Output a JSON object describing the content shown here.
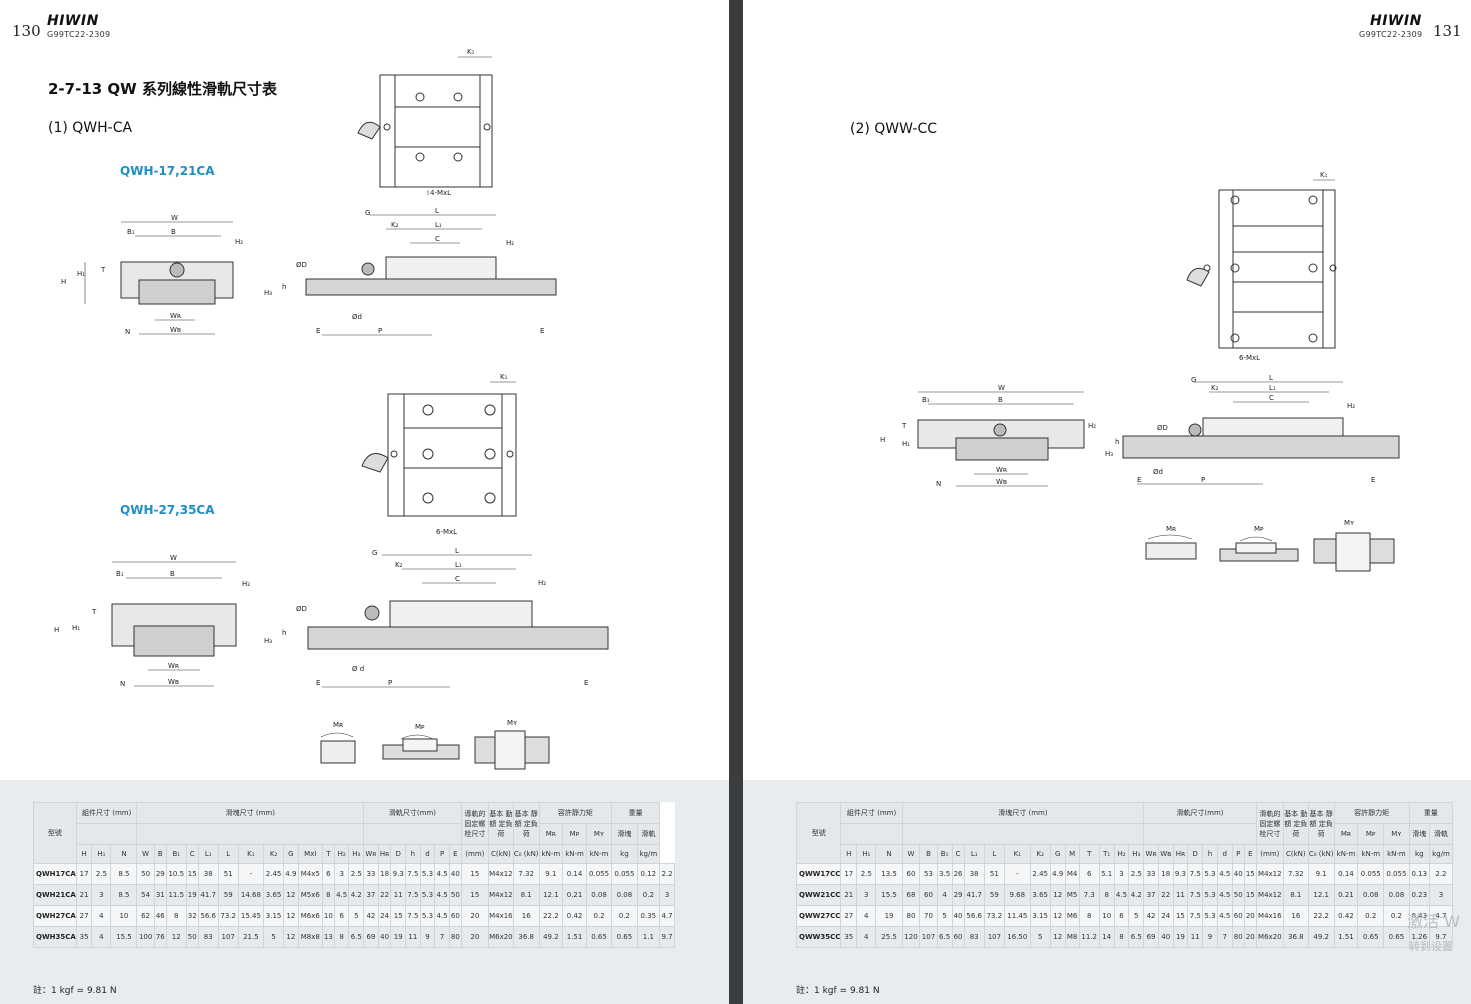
{
  "left_page": {
    "page_number": "130",
    "brand": "HIWIN",
    "doc_code": "G99TC22-2309",
    "section_title": "2-7-13 QW 系列線性滑軌尺寸表",
    "subsection": "(1) QWH-CA",
    "model_a": "QWH-17,21CA",
    "model_b": "QWH-27,35CA",
    "labels": {
      "K1": "K₁",
      "W": "W",
      "B": "B",
      "B1": "B₁",
      "H": "H",
      "H1": "H₁",
      "H2": "H₂",
      "H3": "H₃",
      "T": "T",
      "N": "N",
      "WR": "Wʀ",
      "WB": "Wʙ",
      "G": "G",
      "L": "L",
      "L1": "L₁",
      "K2": "K₂",
      "C": "C",
      "OD": "ØD",
      "h": "h",
      "Od": "Ød",
      "Od_spaced": "Ø  d",
      "P": "P",
      "E": "E",
      "mxl4": "4-MxL",
      "mxl6": "6-MxL",
      "MR": "Mʀ",
      "MP": "Mᴘ",
      "MY": "Mʏ"
    },
    "note": "註：1 kgf = 9.81 N"
  },
  "right_page": {
    "page_number": "131",
    "brand": "HIWIN",
    "doc_code": "G99TC22-2309",
    "subsection": "(2) QWW-CC",
    "labels": {
      "K1": "K₁",
      "W": "W",
      "B": "B",
      "B1": "B₁",
      "H": "H",
      "H1": "H₁",
      "H2": "H₂",
      "H3": "H₃",
      "T": "T",
      "N": "N",
      "WR": "Wʀ",
      "WB": "Wʙ",
      "G": "G",
      "L": "L",
      "L1": "L₁",
      "K2": "K₂",
      "C": "C",
      "OD": "ØD",
      "h": "h",
      "Od": "Ød",
      "P": "P",
      "E": "E",
      "mxl6": "6-MxL",
      "MR": "Mʀ",
      "MP": "Mᴘ",
      "MY": "Mʏ"
    },
    "note": "註：1 kgf = 9.81 N",
    "watermark": "激活 W",
    "watermark2": "转到设置"
  },
  "table_headers": {
    "model": "型號",
    "assembly": "組件尺寸 (mm)",
    "block": "滑塊尺寸 (mm)",
    "rail": "滑軌尺寸(mm)",
    "rail_bolt": "導軌的 固定螺 栓尺寸",
    "rail_bolt_right": "滑軌的 固定螺 栓尺寸",
    "dyn": "基本 動額 定負荷",
    "stat": "基本 靜額 定負荷",
    "moment": "容許靜力矩",
    "weight": "重量",
    "mr": "Mʀ",
    "mp": "Mᴘ",
    "my": "Mʏ",
    "block_w": "滑塊",
    "rail_w": "滑軌",
    "unit_mm": "(mm)",
    "unit_c": "C(kN)",
    "unit_c0": "C₀ (kN)",
    "unit_knm": "kN-m",
    "unit_kg": "kg",
    "unit_kgm": "kg/m"
  },
  "left_table": {
    "cols": [
      "H",
      "H₁",
      "N",
      "W",
      "B",
      "B₁",
      "C",
      "L₁",
      "L",
      "K₁",
      "K₂",
      "G",
      "MxI",
      "T",
      "H₂",
      "H₃",
      "Wʀ",
      "Hʀ",
      "D",
      "h",
      "d",
      "P",
      "E"
    ],
    "rows": [
      [
        "QWH17CA",
        "17",
        "2.5",
        "8.5",
        "50",
        "29",
        "10.5",
        "15",
        "38",
        "51",
        "-",
        "2.45",
        "4.9",
        "M4x5",
        "6",
        "3",
        "2.5",
        "33",
        "18",
        "9.3",
        "7.5",
        "5.3",
        "4.5",
        "40",
        "15",
        "M4x12",
        "7.32",
        "9.1",
        "0.14",
        "0.055",
        "0.055",
        "0.12",
        "2.2"
      ],
      [
        "QWH21CA",
        "21",
        "3",
        "8.5",
        "54",
        "31",
        "11.5",
        "19",
        "41.7",
        "59",
        "14.68",
        "3.65",
        "12",
        "M5x6",
        "8",
        "4.5",
        "4.2",
        "37",
        "22",
        "11",
        "7.5",
        "5.3",
        "4.5",
        "50",
        "15",
        "M4x12",
        "8.1",
        "12.1",
        "0.21",
        "0.08",
        "0.08",
        "0.2",
        "3"
      ],
      [
        "QWH27CA",
        "27",
        "4",
        "10",
        "62",
        "46",
        "8",
        "32",
        "56.6",
        "73.2",
        "15.45",
        "3.15",
        "12",
        "M6x6",
        "10",
        "6",
        "5",
        "42",
        "24",
        "15",
        "7.5",
        "5.3",
        "4.5",
        "60",
        "20",
        "M4x16",
        "16",
        "22.2",
        "0.42",
        "0.2",
        "0.2",
        "0.35",
        "4.7"
      ],
      [
        "QWH35CA",
        "35",
        "4",
        "15.5",
        "100",
        "76",
        "12",
        "50",
        "83",
        "107",
        "21.5",
        "5",
        "12",
        "M8x8",
        "13",
        "8",
        "6.5",
        "69",
        "40",
        "19",
        "11",
        "9",
        "7",
        "80",
        "20",
        "M6x20",
        "36.8",
        "49.2",
        "1.51",
        "0.65",
        "0.65",
        "1.1",
        "9.7"
      ]
    ]
  },
  "right_table": {
    "cols": [
      "H",
      "H₁",
      "N",
      "W",
      "B",
      "B₁",
      "C",
      "L₁",
      "L",
      "K₁",
      "K₂",
      "G",
      "M",
      "T",
      "T₁",
      "H₂",
      "H₃",
      "Wʀ",
      "Wʙ",
      "Hʀ",
      "D",
      "h",
      "d",
      "P",
      "E"
    ],
    "rows": [
      [
        "QWW17CC",
        "17",
        "2.5",
        "13.5",
        "60",
        "53",
        "3.5",
        "26",
        "38",
        "51",
        "-",
        "2.45",
        "4.9",
        "M4",
        "6",
        "5.1",
        "3",
        "2.5",
        "33",
        "18",
        "9.3",
        "7.5",
        "5.3",
        "4.5",
        "40",
        "15",
        "M4x12",
        "7.32",
        "9.1",
        "0.14",
        "0.055",
        "0.055",
        "0.13",
        "2.2"
      ],
      [
        "QWW21CC",
        "21",
        "3",
        "15.5",
        "68",
        "60",
        "4",
        "29",
        "41.7",
        "59",
        "9.68",
        "3.65",
        "12",
        "M5",
        "7.3",
        "8",
        "4.5",
        "4.2",
        "37",
        "22",
        "11",
        "7.5",
        "5.3",
        "4.5",
        "50",
        "15",
        "M4x12",
        "8.1",
        "12.1",
        "0.21",
        "0.08",
        "0.08",
        "0.23",
        "3"
      ],
      [
        "QWW27CC",
        "27",
        "4",
        "19",
        "80",
        "70",
        "5",
        "40",
        "56.6",
        "73.2",
        "11.45",
        "3.15",
        "12",
        "M6",
        "8",
        "10",
        "6",
        "5",
        "42",
        "24",
        "15",
        "7.5",
        "5.3",
        "4.5",
        "60",
        "20",
        "M4x16",
        "16",
        "22.2",
        "0.42",
        "0.2",
        "0.2",
        "0.43",
        "4.7"
      ],
      [
        "QWW35CC",
        "35",
        "4",
        "25.5",
        "120",
        "107",
        "6.5",
        "60",
        "83",
        "107",
        "16.50",
        "5",
        "12",
        "M8",
        "11.2",
        "14",
        "8",
        "6.5",
        "69",
        "40",
        "19",
        "11",
        "9",
        "7",
        "80",
        "20",
        "M6x20",
        "36.8",
        "49.2",
        "1.51",
        "0.65",
        "0.65",
        "1.26",
        "9.7"
      ]
    ]
  }
}
